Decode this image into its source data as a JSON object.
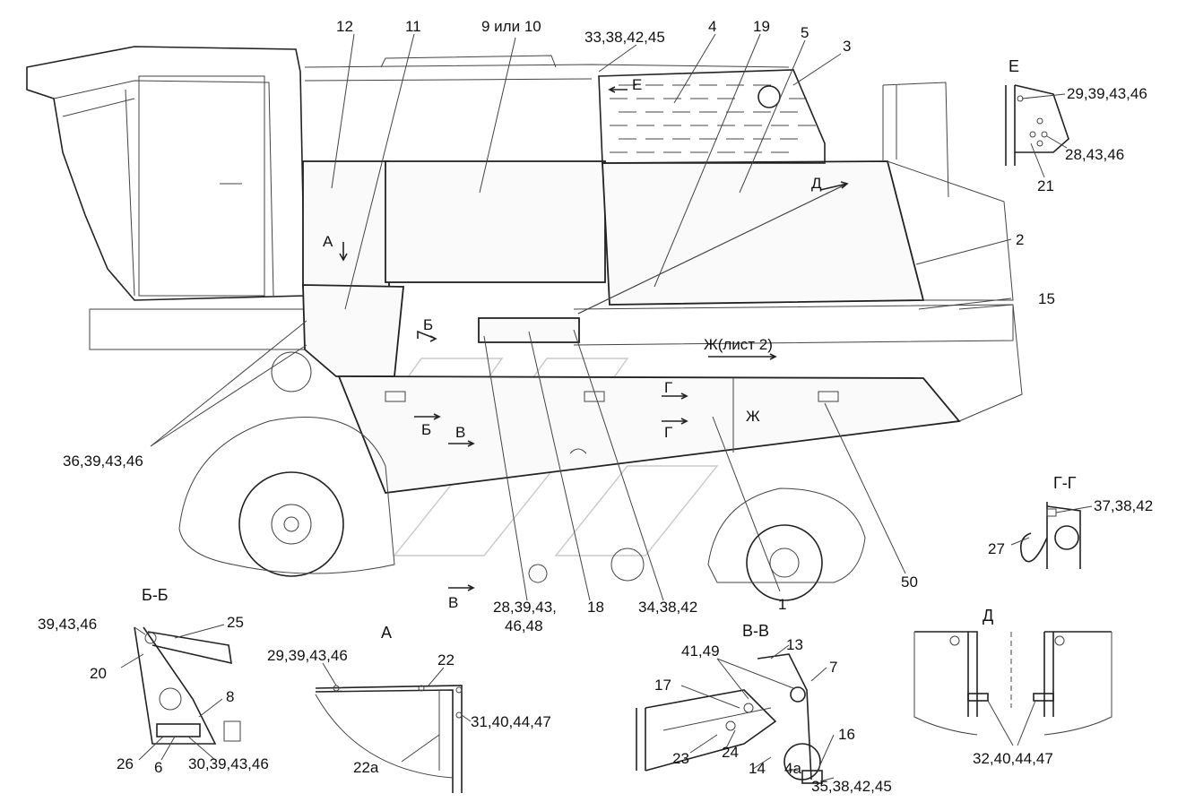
{
  "callouts": {
    "c12": "12",
    "c11": "11",
    "c9": "9 или 10",
    "c33": "33,38,42,45",
    "c4": "4",
    "c19": "19",
    "c5": "5",
    "c3": "3",
    "c2": "2",
    "c15": "15",
    "c36": "36,39,43,46",
    "c28": "28,39,43,",
    "c28b": "46,48",
    "c18": "18",
    "c34": "34,38,42",
    "c1": "1",
    "c50": "50"
  },
  "markers": {
    "A": "А",
    "B": "Б",
    "V": "В",
    "G": "Г",
    "D": "Д",
    "E": "Е",
    "Zh": "Ж",
    "Zh_sheet": "Ж(лист 2)"
  },
  "view_E": {
    "title": "Е",
    "c29": "29,39,43,46",
    "c28": "28,43,46",
    "c21": "21"
  },
  "view_GG": {
    "title": "Г-Г",
    "c37": "37,38,42",
    "c27": "27"
  },
  "view_BB": {
    "title": "Б-Б",
    "c39": "39,43,46",
    "c25": "25",
    "c20": "20",
    "c8": "8",
    "c26": "26",
    "c6": "6",
    "c30": "30,39,43,46"
  },
  "view_A": {
    "title": "А",
    "c29": "29,39,43,46",
    "c22": "22",
    "c31": "31,40,44,47",
    "c22a": "22а"
  },
  "view_VV": {
    "title": "В-В",
    "c13": "13",
    "c41": "41,49",
    "c7": "7",
    "c17": "17",
    "c23": "23",
    "c24": "24",
    "c16": "16",
    "c14": "14",
    "c4a": "4а",
    "c35": "35,38,42,45"
  },
  "view_D": {
    "title": "Д",
    "c32": "32,40,44,47"
  }
}
